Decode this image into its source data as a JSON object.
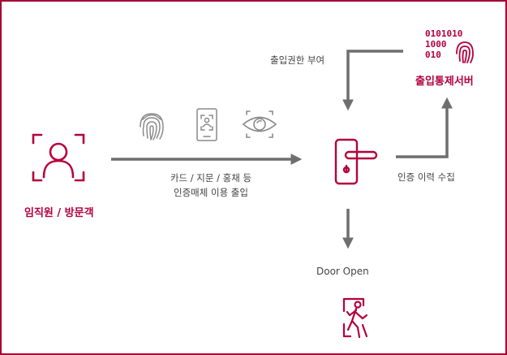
{
  "colors": {
    "accent": "#b5003c",
    "arrow": "#6e6e6e",
    "icon_gray": "#8a8a8a",
    "frame": "#a50034"
  },
  "user": {
    "label": "임직원 / 방문객",
    "icon": "user-icon"
  },
  "auth": {
    "line1": "카드 / 지문 / 홍채 등",
    "line2": "인증매체 이용 출입",
    "icons": [
      "fingerprint-icon",
      "mobile-face-id-icon",
      "eye-icon"
    ]
  },
  "server": {
    "label": "출입통제서버",
    "icon": "server-fingerprint-icon",
    "binary": [
      "0101010",
      "1000",
      "010"
    ]
  },
  "grant_label": "출입권한 부여",
  "log_label": "인증 이력 수집",
  "door": {
    "icon": "door-handle-icon"
  },
  "door_open": {
    "label": "Door Open",
    "icon": "walking-exit-icon"
  }
}
